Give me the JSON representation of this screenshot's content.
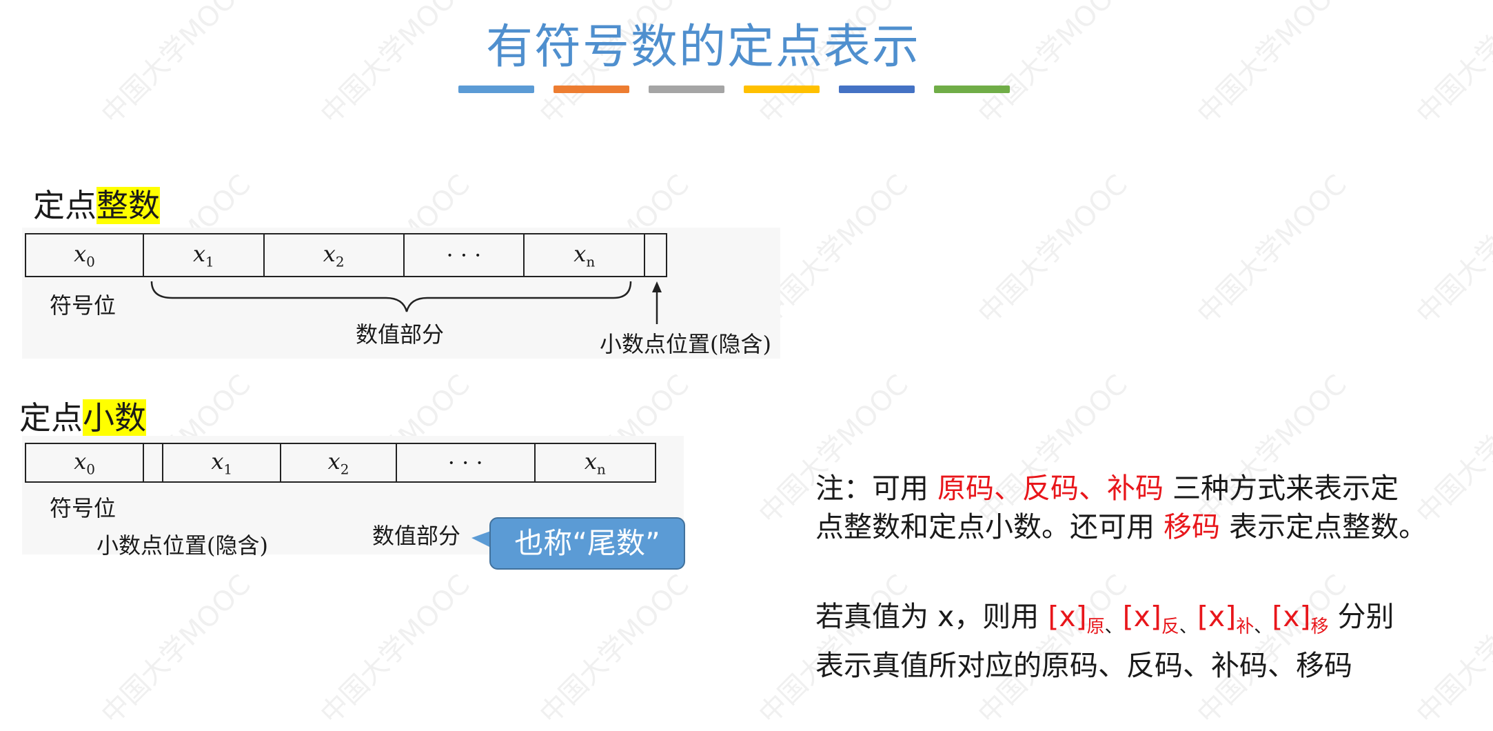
{
  "title": "有符号数的定点表示",
  "colors": {
    "title": "#4f8fce",
    "bars": [
      "#5b9bd5",
      "#ed7d31",
      "#a5a5a5",
      "#ffc000",
      "#4472c4",
      "#70ad47"
    ],
    "highlight": "#ffff00",
    "emphasis": "#e8161b",
    "callout": "#5b9bd5"
  },
  "watermark": "中国大学MOOC",
  "integer": {
    "heading_prefix": "定点",
    "heading_highlight": "整数",
    "cells": [
      {
        "var": "x",
        "sub": "0"
      },
      {
        "var": "x",
        "sub": "1"
      },
      {
        "var": "x",
        "sub": "2"
      },
      {
        "var": "· · ·",
        "sub": ""
      },
      {
        "var": "x",
        "sub": "n"
      }
    ],
    "sign_label": "符号位",
    "value_label": "数值部分",
    "point_label": "小数点位置(隐含)"
  },
  "fraction": {
    "heading_prefix": "定点",
    "heading_highlight": "小数",
    "cells": [
      {
        "var": "x",
        "sub": "0"
      },
      {
        "var": "x",
        "sub": "1"
      },
      {
        "var": "x",
        "sub": "2"
      },
      {
        "var": "· · ·",
        "sub": ""
      },
      {
        "var": "x",
        "sub": "n"
      }
    ],
    "sign_label": "符号位",
    "value_label": "数值部分",
    "point_label": "小数点位置(隐含)",
    "callout": "也称“尾数”"
  },
  "note": {
    "prefix": "注：可用 ",
    "codes": "原码、反码、补码",
    "mid": " 三种方式来表示定",
    "line2_a": "点整数和定点小数。还可用 ",
    "biased": "移码",
    "line2_b": " 表示定点整数。"
  },
  "notation": {
    "line1_a": "若真值为 x，则用 ",
    "x": "[x]",
    "sub_orig": "原",
    "sub_ones": "反",
    "sub_twos": "补",
    "sub_bias": "移",
    "sep": "、",
    "line1_b": " 分别",
    "line2": "表示真值所对应的原码、反码、补码、移码"
  }
}
